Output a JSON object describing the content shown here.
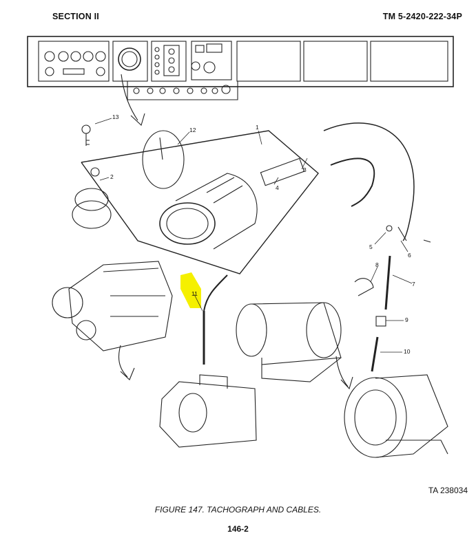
{
  "header": {
    "section": "SECTION II",
    "tm_number": "TM 5-2420-222-34P"
  },
  "callouts": [
    "1",
    "2",
    "3",
    "4",
    "5",
    "6",
    "7",
    "8",
    "9",
    "10",
    "11",
    "12",
    "13"
  ],
  "highlight_color": "#f5f000",
  "ta_number": "TA 238034",
  "caption": "FIGURE 147.  TACHOGRAPH AND CABLES.",
  "page_number": "146-2"
}
